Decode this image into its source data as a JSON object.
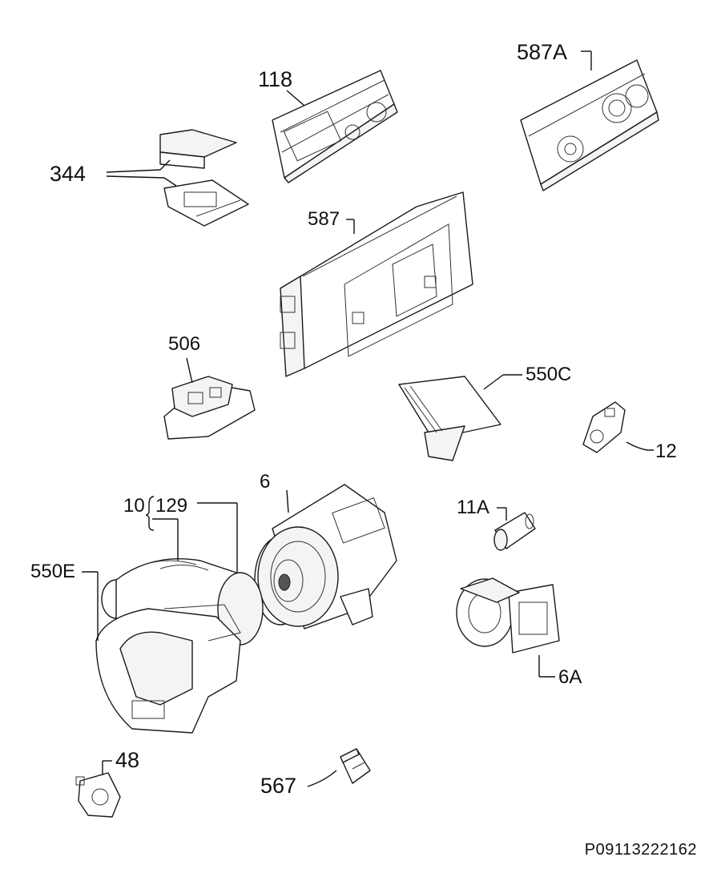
{
  "parts": [
    {
      "id": "p118",
      "label": "118"
    },
    {
      "id": "p587a",
      "label": "587A"
    },
    {
      "id": "p344",
      "label": "344"
    },
    {
      "id": "p587",
      "label": "587"
    },
    {
      "id": "p506",
      "label": "506"
    },
    {
      "id": "p550c",
      "label": "550C"
    },
    {
      "id": "p12",
      "label": "12"
    },
    {
      "id": "p6",
      "label": "6"
    },
    {
      "id": "p10",
      "label": "10"
    },
    {
      "id": "p129",
      "label": "129"
    },
    {
      "id": "p11a",
      "label": "11A"
    },
    {
      "id": "p550e",
      "label": "550E"
    },
    {
      "id": "p6a",
      "label": "6A"
    },
    {
      "id": "p48",
      "label": "48"
    },
    {
      "id": "p567",
      "label": "567"
    }
  ],
  "document_id": "P09113222162"
}
